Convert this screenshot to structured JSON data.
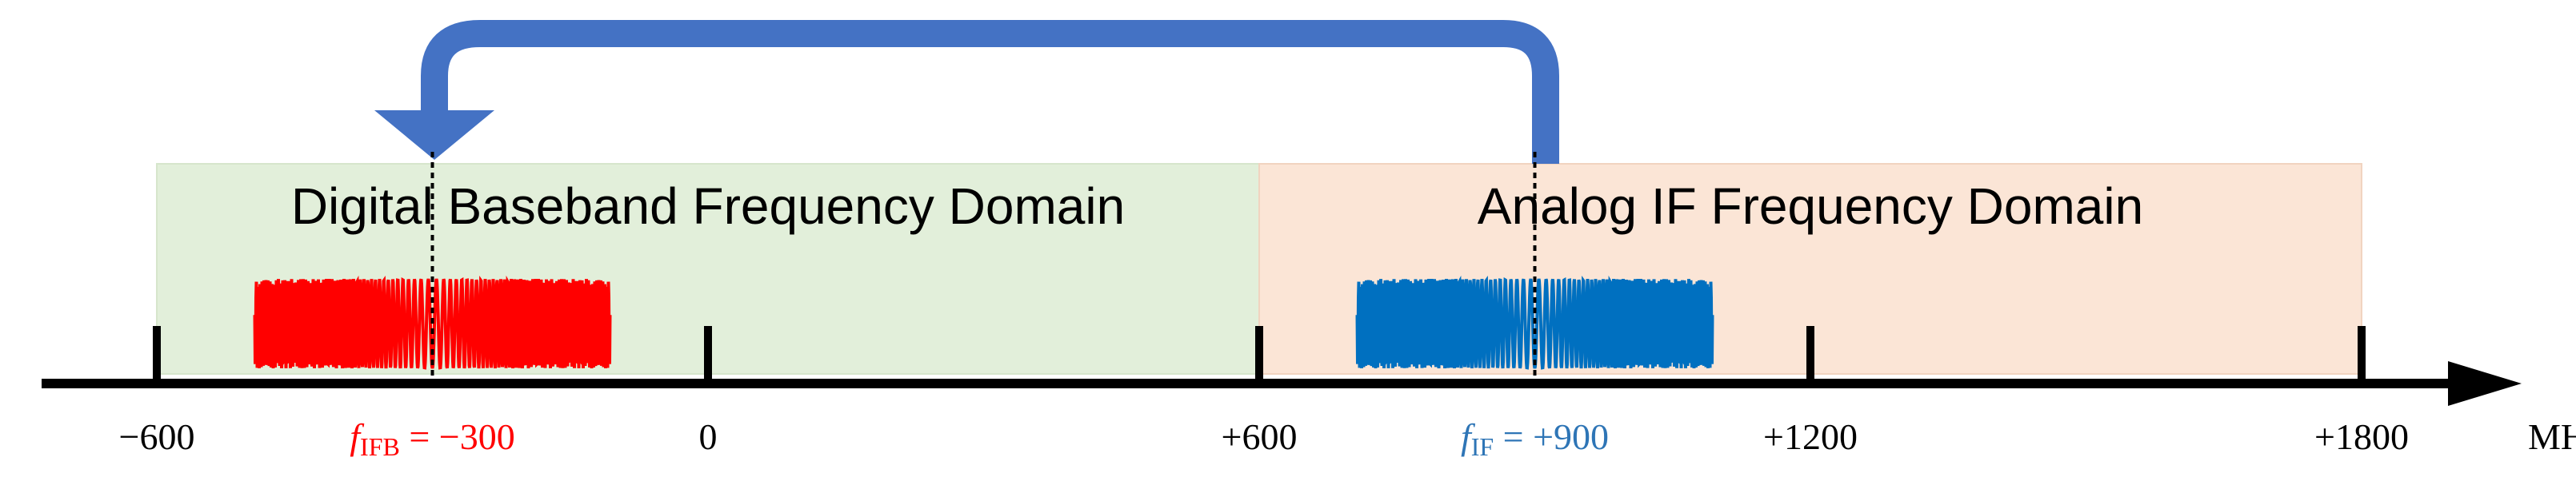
{
  "domains": {
    "digital": {
      "label": "Digital Baseband Frequency Domain",
      "fill": "#e2efda",
      "range": [
        -600,
        600
      ]
    },
    "analog": {
      "label": "Analog IF Frequency Domain",
      "fill": "#fbe5d6",
      "range": [
        600,
        1800
      ]
    }
  },
  "axis": {
    "unit": "MHz",
    "ticks": [
      {
        "value": -600,
        "label": "−600"
      },
      {
        "value": 0,
        "label": "0"
      },
      {
        "value": 600,
        "label": "+600"
      },
      {
        "value": 1200,
        "label": "+1200"
      },
      {
        "value": 1800,
        "label": "+1800"
      }
    ]
  },
  "markers": {
    "ifb": {
      "symbol": "f",
      "subscript": "IFB",
      "value_text": " = −300",
      "value": -300,
      "color": "#ff0000"
    },
    "if": {
      "symbol": "f",
      "subscript": "IF",
      "value_text": " = +900",
      "value": 900,
      "color": "#2e75b6"
    }
  },
  "arrow": {
    "from": 900,
    "to": -300,
    "color": "#4472c4"
  },
  "colors": {
    "axis": "#000000",
    "red_signal": "#ff0000",
    "blue_signal": "#0070c0"
  }
}
